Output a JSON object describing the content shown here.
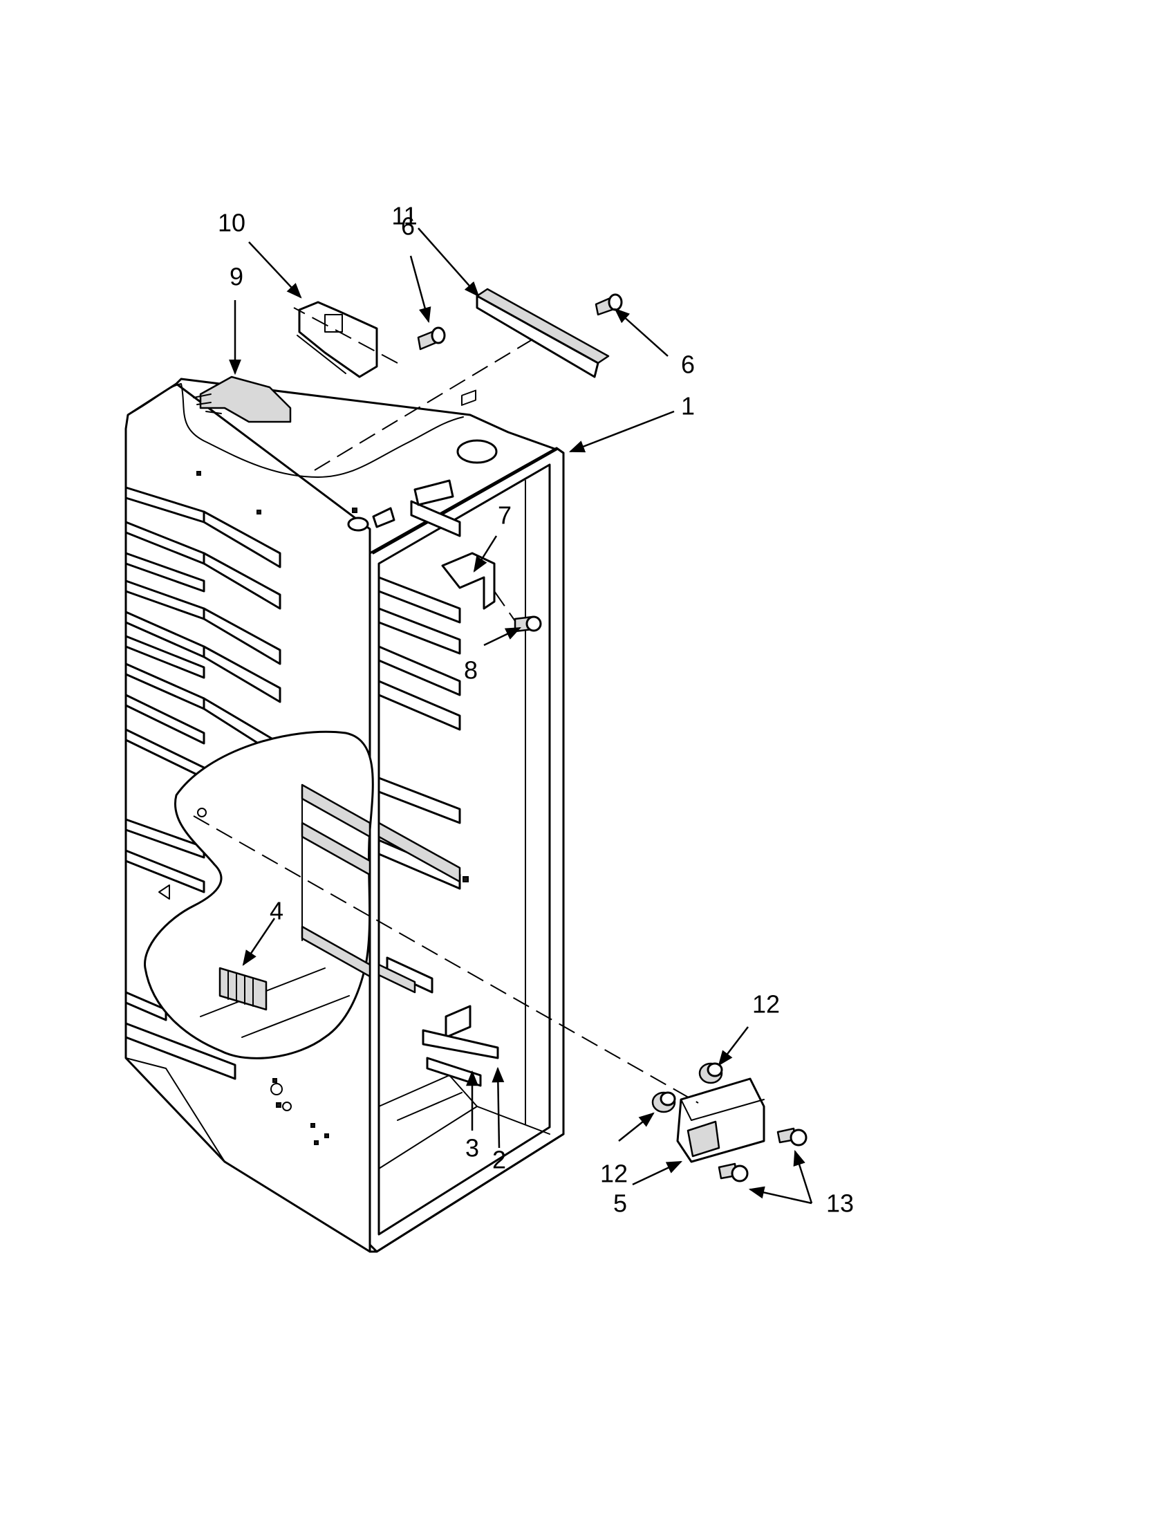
{
  "labels": {
    "p1": "1",
    "p2": "2",
    "p3": "3",
    "p4": "4",
    "p5": "5",
    "p6a": "6",
    "p6b": "6",
    "p7": "7",
    "p8": "8",
    "p9": "9",
    "p10": "10",
    "p11": "11",
    "p12a": "12",
    "p12b": "12",
    "p13": "13"
  }
}
